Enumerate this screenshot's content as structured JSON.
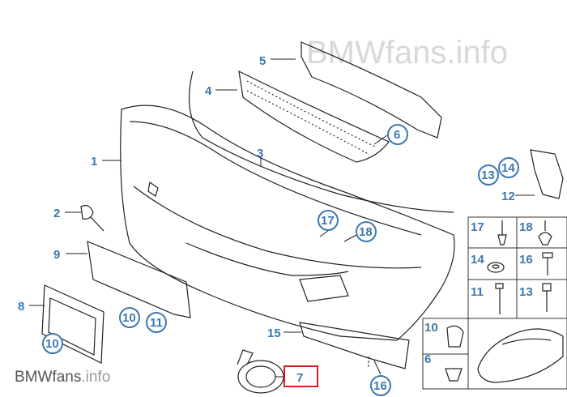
{
  "watermark_top": "BMWfans.info",
  "watermark_bottom": {
    "brand": "BMWfans",
    "suffix": ".info"
  },
  "callouts": {
    "c1": "1",
    "c2": "2",
    "c3": "3",
    "c4": "4",
    "c5": "5",
    "c6": "6",
    "c7": "7",
    "c8": "8",
    "c9": "9",
    "c10a": "10",
    "c10b": "10",
    "c11": "11",
    "c12": "12",
    "c13": "13",
    "c14": "14",
    "c15": "15",
    "c16": "16",
    "c17": "17",
    "c18": "18"
  },
  "parts_panel": {
    "p17": "17",
    "p18": "18",
    "p14": "14",
    "p16": "16",
    "p11": "11",
    "p13": "13",
    "p10": "10",
    "p6": "6"
  },
  "highlight_color": "#d42020",
  "label_color": "#3c78b0"
}
